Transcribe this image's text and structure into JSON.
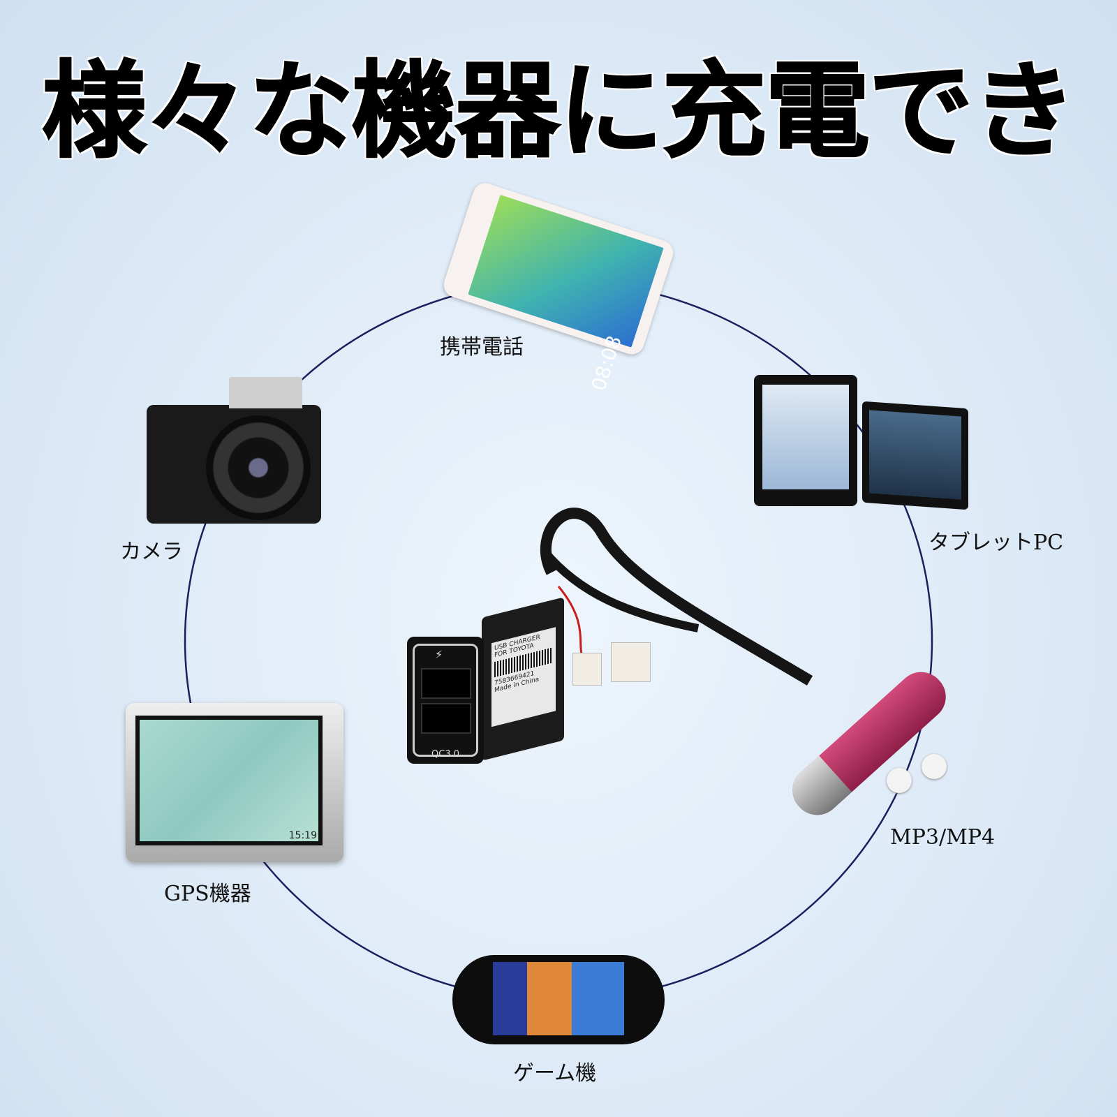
{
  "title": "様々な機器に充電できる",
  "ring_color": "#1b1f5e",
  "devices": [
    {
      "label": "携帯電話",
      "icon": "smartphone",
      "screen_time": "08:08"
    },
    {
      "label": "タブレットPC",
      "icon": "tablet"
    },
    {
      "label": "カメラ",
      "icon": "camera"
    },
    {
      "label": "GPS機器",
      "icon": "gps-navigator",
      "screen_time": "15:19"
    },
    {
      "label": "MP3/MP4",
      "icon": "mp3-player"
    },
    {
      "label": "ゲーム機",
      "icon": "handheld-game-console"
    }
  ],
  "product": {
    "label_line1": "USB CHARGER FOR TOYOTA",
    "label_line2": "7583669421",
    "label_line3": "Made in China",
    "badge": "QC3.0"
  }
}
